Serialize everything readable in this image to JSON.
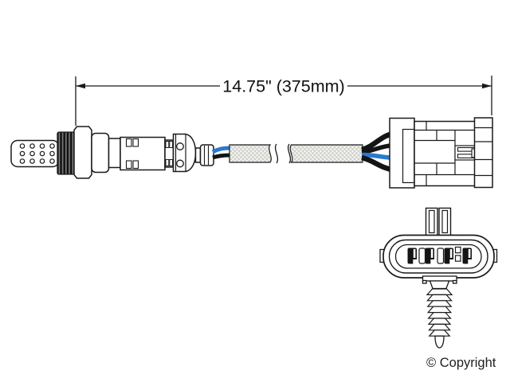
{
  "dimension": {
    "label": "14.75\" (375mm)"
  },
  "footer": {
    "copyright": "© Copyright"
  },
  "colors": {
    "line": "#1a1a1a",
    "wire_black": "#141414",
    "wire_blue": "#2b79cf",
    "braid_fill": "#f3f3f0",
    "thread_dark": "#3a3a3a"
  },
  "icons": {
    "drawing": "oxygen-sensor-technical-drawing",
    "break_symbol": "cable-break-s-curves"
  }
}
